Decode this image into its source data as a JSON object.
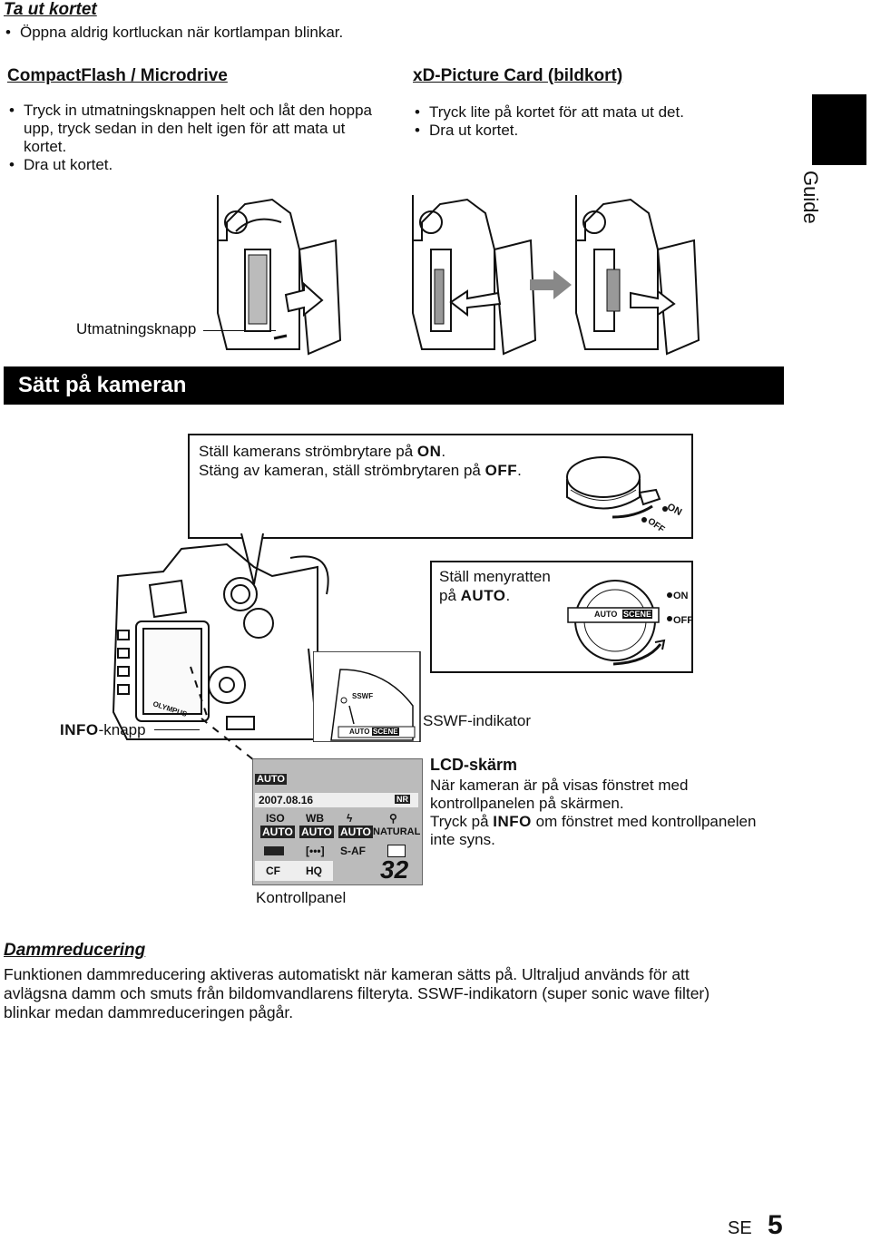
{
  "remove_card": {
    "heading": "Ta ut kortet",
    "bullet": "Öppna aldrig kortluckan när kortlampan blinkar."
  },
  "cf": {
    "heading": "CompactFlash / Microdrive",
    "bullets": [
      "Tryck in utmatningsknappen helt och låt den hoppa upp, tryck sedan in den helt igen för att mata ut kortet.",
      "Dra ut kortet."
    ],
    "eject_label": "Utmatningsknapp"
  },
  "xd": {
    "heading": "xD-Picture Card (bildkort)",
    "bullets": [
      "Tryck lite på kortet för att mata ut det.",
      "Dra ut kortet."
    ]
  },
  "side_tab": {
    "label": "Guide"
  },
  "power_section": {
    "banner": "Sätt på kameran",
    "line1_pre": "Ställ kamerans strömbrytare på ",
    "line1_key": "ON",
    "line1_post": ".",
    "line2_pre": "Stäng av kameran, ställ strömbrytaren på ",
    "line2_key": "OFF",
    "line2_post": ".",
    "dial_on": "ON",
    "dial_off": "OFF"
  },
  "mode_dial": {
    "text_pre": "Ställ menyratten",
    "text_line2": "på ",
    "text_key": "AUTO",
    "text_post": ".",
    "auto": "AUTO",
    "scene": "SCENE",
    "on": "ON",
    "off": "OFF"
  },
  "camera": {
    "info_key": "INFO",
    "info_suffix": "-knapp",
    "sswf_label": "SSWF-indikator",
    "sswf_small": "SSWF",
    "brand": "OLYMPUS"
  },
  "lcd": {
    "title": "LCD-skärm",
    "line1": "När kameran är på visas fönstret med",
    "line2": "kontrollpanelen på skärmen.",
    "line3_pre": "Tryck på ",
    "line3_key": "INFO",
    "line3_post": " om fönstret med kontrollpanelen",
    "line4": "inte syns.",
    "panel_label": "Kontrollpanel",
    "panel": {
      "mode": "AUTO",
      "date": "2007.08.16",
      "nr": "NR",
      "iso": "ISO",
      "iso_val": "AUTO",
      "wb": "WB",
      "wb_val": "AUTO",
      "flash_val": "AUTO",
      "natural": "NATURAL",
      "saf": "S-AF",
      "cf": "CF",
      "hq": "HQ",
      "count": "32"
    }
  },
  "dust": {
    "heading": "Dammreducering",
    "line1": "Funktionen dammreducering aktiveras automatiskt när kameran sätts på. Ultraljud används för att",
    "line2": "avlägsna damm och smuts från bildomvandlarens filteryta. SSWF-indikatorn (super sonic wave filter)",
    "line3": "blinkar medan dammreduceringen pågår."
  },
  "footer": {
    "lang": "SE",
    "page": "5"
  }
}
